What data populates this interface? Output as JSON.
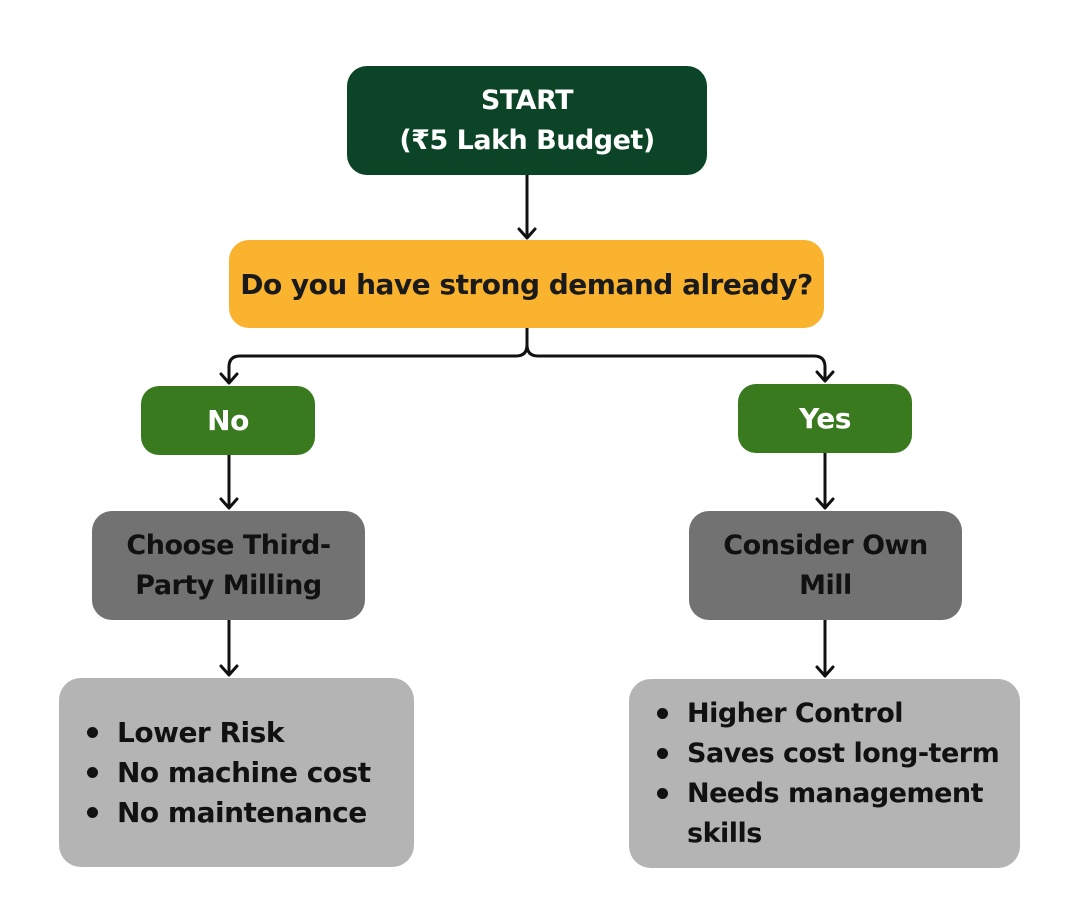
{
  "start": {
    "line1": "START",
    "line2": "(₹5 Lakh Budget)"
  },
  "question": "Do you have strong demand already?",
  "branches": {
    "no": {
      "label": "No",
      "action_line1": "Choose Third-",
      "action_line2": "Party Milling",
      "points": [
        "Lower Risk",
        "No machine cost",
        "No maintenance"
      ]
    },
    "yes": {
      "label": "Yes",
      "action_line1": "Consider Own",
      "action_line2": "Mill",
      "points": [
        "Higher Control",
        "Saves cost long-term",
        "Needs management skills"
      ]
    }
  },
  "colors": {
    "start": "#0b4427",
    "question": "#f9b32f",
    "answer": "#3a7a1f",
    "action": "#727272",
    "detail": "#b4b4b4",
    "connector": "#111111"
  }
}
